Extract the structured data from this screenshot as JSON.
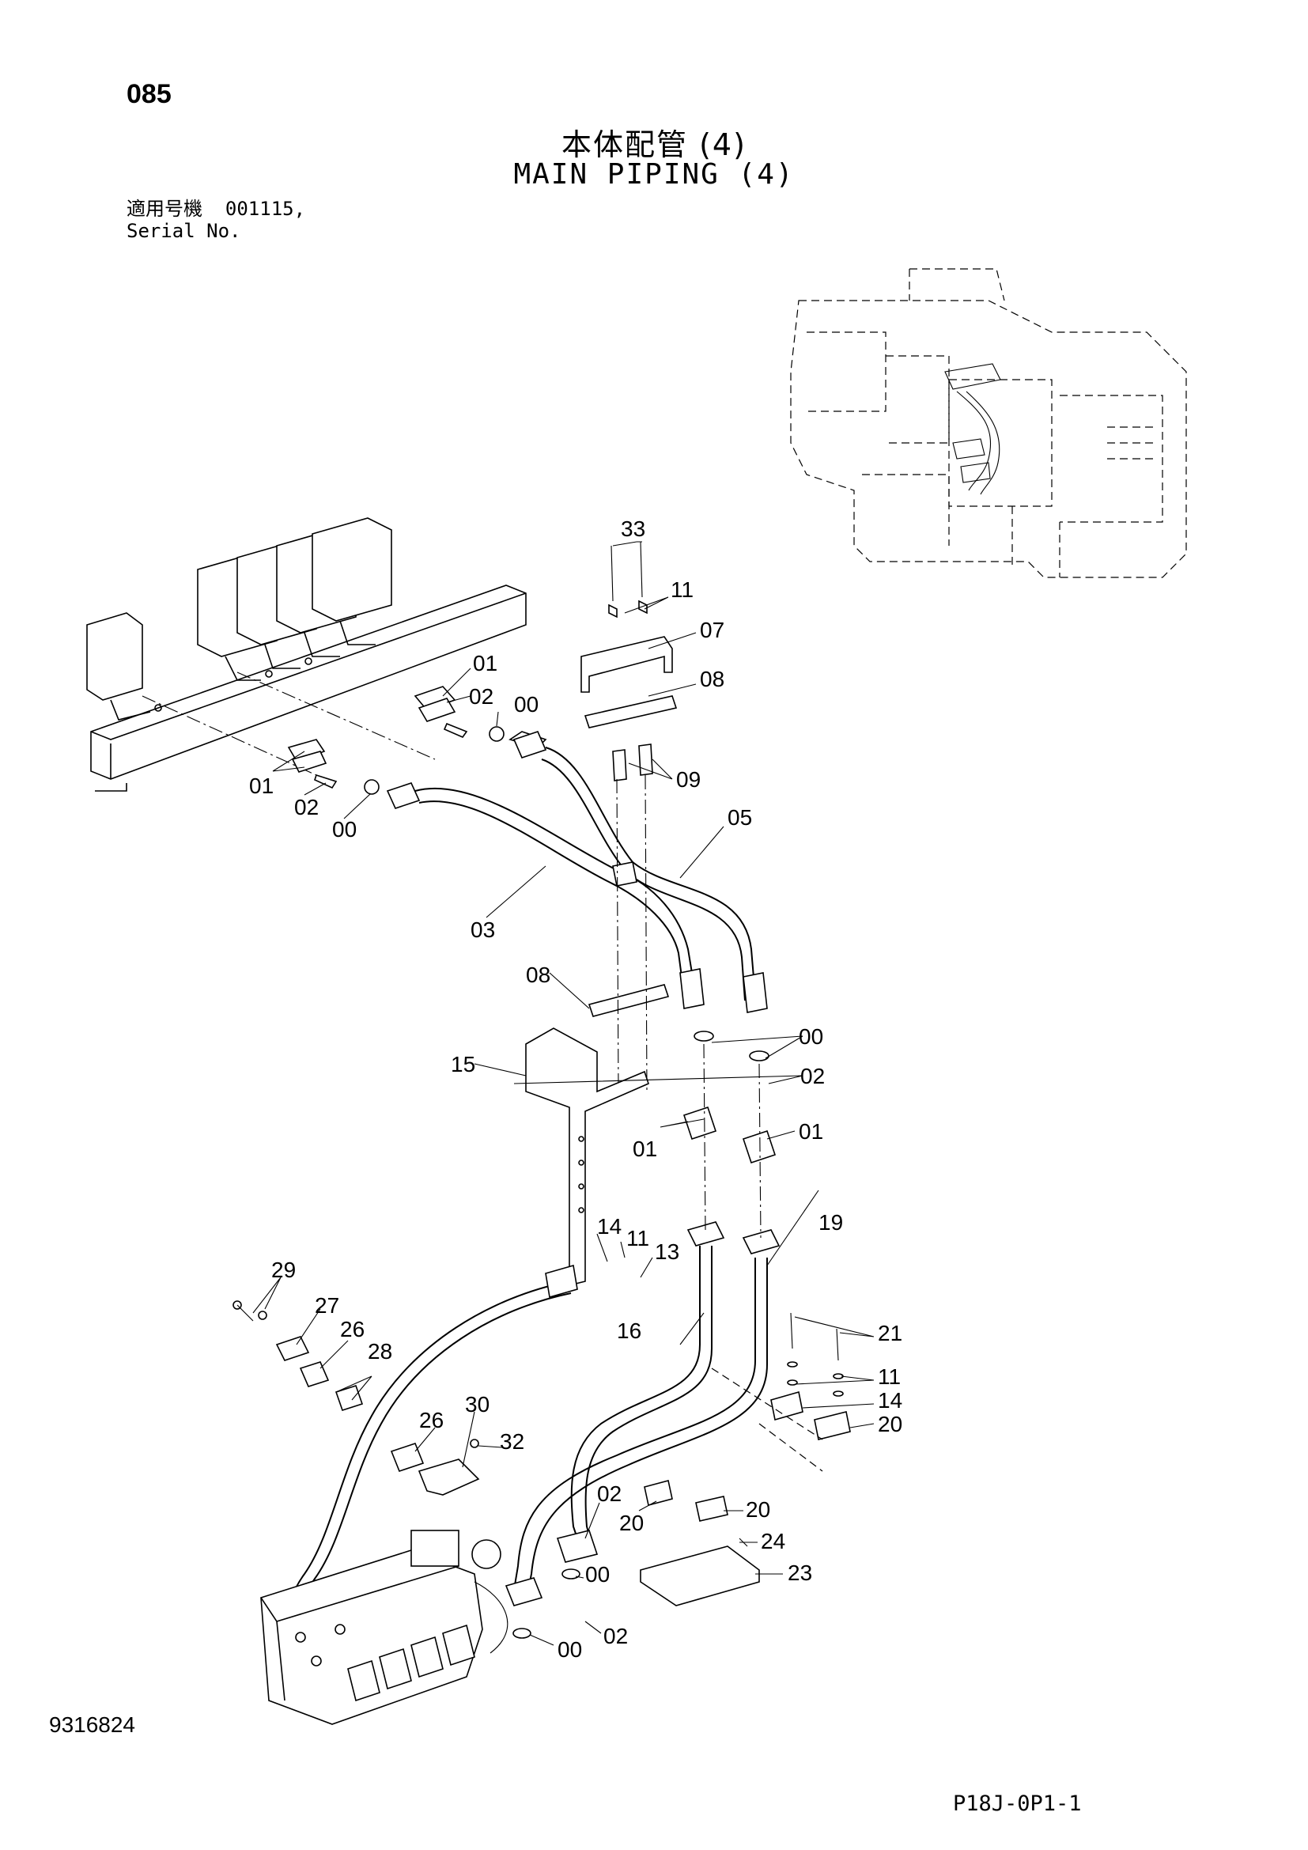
{
  "header": {
    "page_number": "085",
    "title_jp": "本体配管 (4)",
    "title_en": "MAIN PIPING (4)",
    "serial_label_jp": "適用号機",
    "serial_value": "001115,",
    "serial_label_en": "Serial No."
  },
  "footer": {
    "document_number": "9316824",
    "sheet_code": "P18J-0P1-1"
  },
  "callouts": {
    "c33": "33",
    "c11a": "11",
    "c07": "07",
    "c08a": "08",
    "c09": "09",
    "c01a": "01",
    "c02a": "02",
    "c00a": "00",
    "c01b": "01",
    "c02b": "02",
    "c00b": "00",
    "c05": "05",
    "c03": "03",
    "c08b": "08",
    "c00c": "00",
    "c02c": "02",
    "c15": "15",
    "c01c": "01",
    "c01d": "01",
    "c19": "19",
    "c14a": "14",
    "c11b": "11",
    "c13": "13",
    "c16": "16",
    "c21": "21",
    "c11c": "11",
    "c14b": "14",
    "c20a": "20",
    "c29": "29",
    "c27": "27",
    "c26a": "26",
    "c28": "28",
    "c30": "30",
    "c26b": "26",
    "c32": "32",
    "c02d": "02",
    "c20b": "20",
    "c20c": "20",
    "c24": "24",
    "c23": "23",
    "c00d": "00",
    "c02e": "02",
    "c00e": "00"
  }
}
